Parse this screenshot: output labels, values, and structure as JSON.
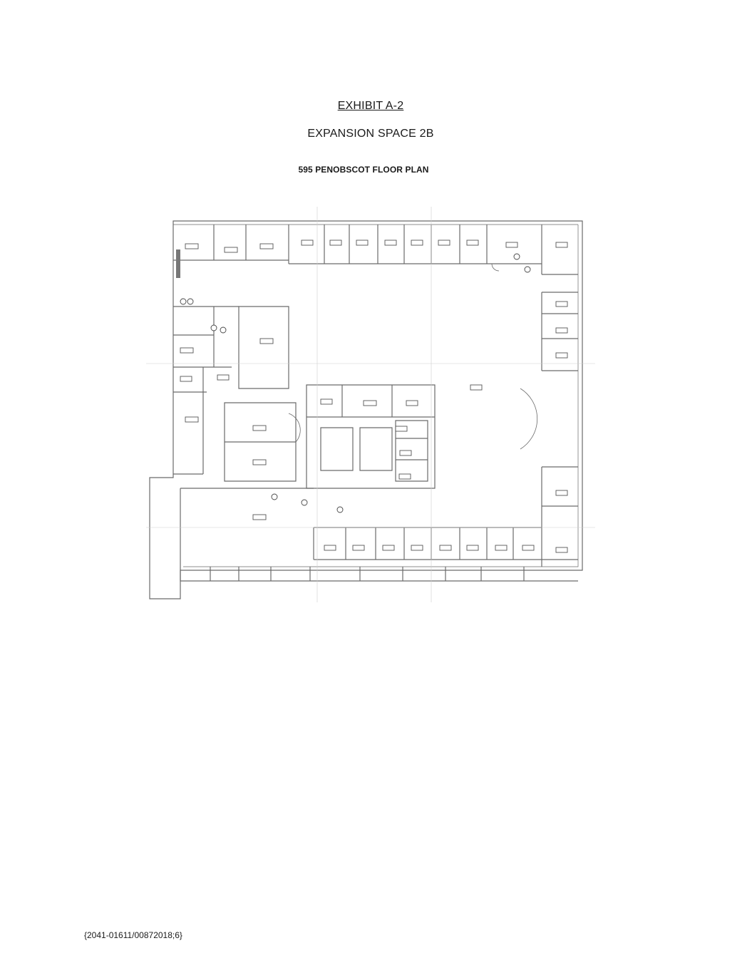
{
  "document": {
    "exhibit_title": "EXHIBIT A-2",
    "space_title": "EXPANSION SPACE 2B",
    "plan_title": "595 PENOBSCOT FLOOR PLAN",
    "footer_code": "{2041-01611/00872018;6}"
  }
}
